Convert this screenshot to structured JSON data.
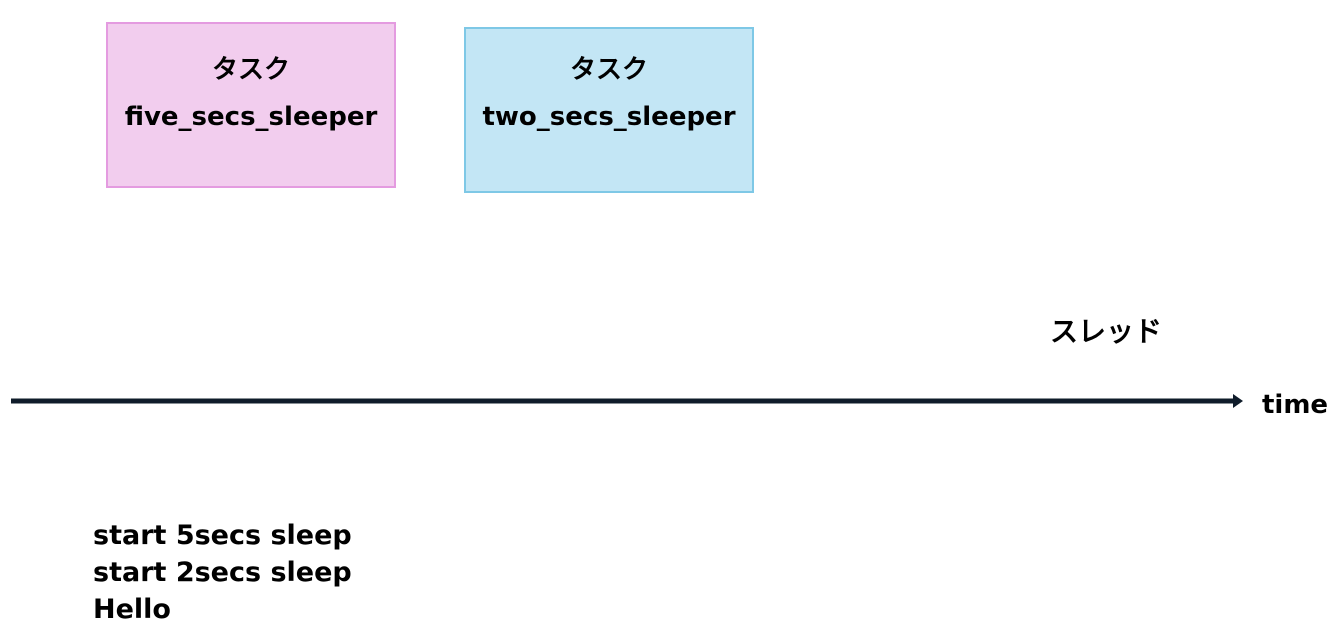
{
  "tasks": [
    {
      "label": "タスク",
      "name": "five_secs_sleeper",
      "fill_color": "#f2cdee",
      "border_color": "#e49be0"
    },
    {
      "label": "タスク",
      "name": "two_secs_sleeper",
      "fill_color": "#c3e6f5",
      "border_color": "#7ec8e6"
    }
  ],
  "thread": {
    "label": "スレッド"
  },
  "axis": {
    "label": "time",
    "color": "#0f1c2a"
  },
  "output": {
    "lines": [
      "start 5secs sleep",
      "start 2secs sleep",
      "Hello"
    ]
  }
}
